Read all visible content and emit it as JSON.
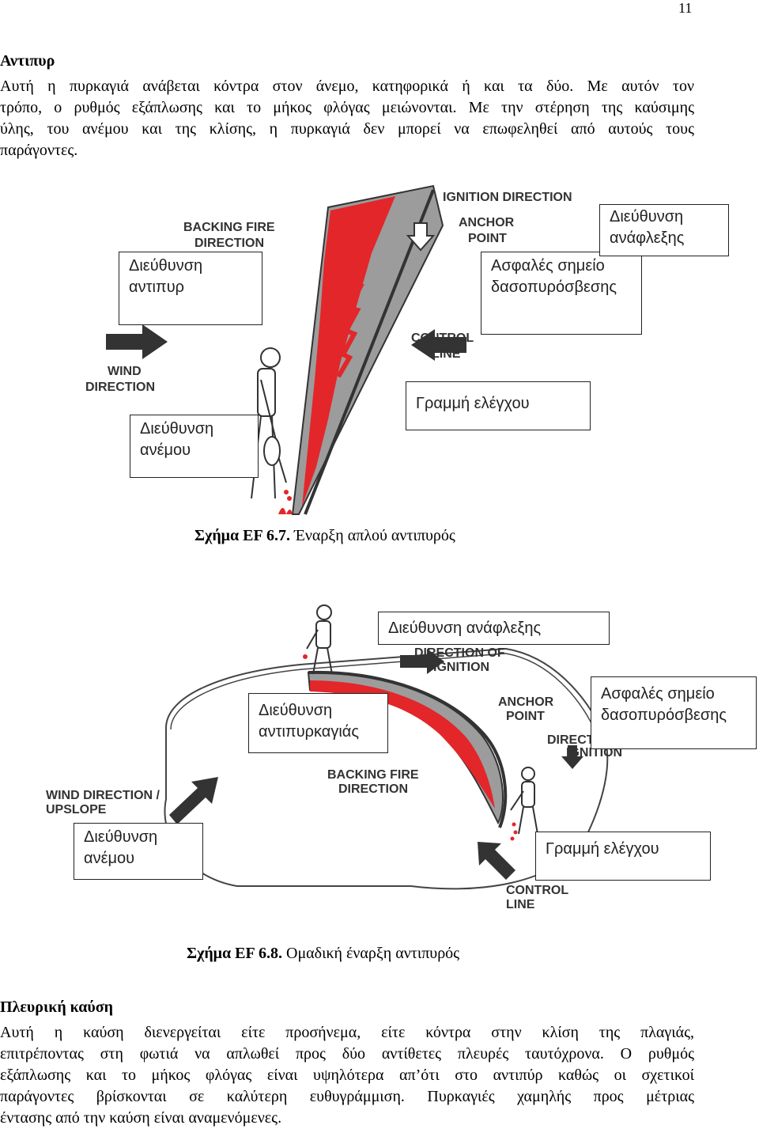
{
  "page_number": "11",
  "section1": {
    "heading": "Αντιπυρ",
    "lines": [
      "Αυτή η πυρκαγιά ανάβεται κόντρα στον άνεμο, κατηφορικά ή και τα δύο. Με αυτόν τον",
      "τρόπο, ο ρυθμός εξάπλωσης και το μήκος φλόγας μειώνονται. Με την στέρηση της καύσιμης",
      "ύλης, του ανέμου και της κλίσης, η πυρκαγιά δεν μπορεί να επωφεληθεί από αυτούς τους",
      "παράγοντες."
    ]
  },
  "figure1": {
    "en_labels": {
      "ignition_direction": "IGNITION DIRECTION",
      "backing_fire_1": "BACKING FIRE",
      "backing_fire_2": "DIRECTION",
      "anchor_1": "ANCHOR",
      "anchor_2": "POINT",
      "control_1": "CONTROL",
      "control_2": "LINE",
      "wind_1": "WIND",
      "wind_2": "DIRECTION"
    },
    "labels": {
      "backing": [
        "Διεύθυνση",
        "αντιπυρ"
      ],
      "ignition": [
        "Διεύθυνση",
        "ανάφλεξης"
      ],
      "anchor": [
        "Ασφαλές σημείο",
        "δασοπυρόσβεσης"
      ],
      "control": "Γραμμή ελέγχου",
      "wind": [
        "Διεύθυνση",
        "ανέμου"
      ]
    },
    "caption_bold": "Σχήμα EF 6.7.",
    "caption_text": " Έναρξη απλού αντιπυρός"
  },
  "figure2": {
    "en_labels": {
      "direction_of_1": "DIRECTION OF",
      "direction_of_2": "IGNITION",
      "anchor_1": "ANCHOR",
      "anchor_2": "POINT",
      "dir_ign_1": "DIRECTION OF",
      "dir_ign_2": "IGNITION",
      "backing_1": "BACKING FIRE",
      "backing_2": "DIRECTION",
      "wind_1": "WIND DIRECTION /",
      "wind_2": "UPSLOPE",
      "control_1": "CONTROL",
      "control_2": "LINE"
    },
    "labels": {
      "ignition": "Διεύθυνση ανάφλεξης",
      "backing": [
        "Διεύθυνση",
        "αντιπυρκαγιάς"
      ],
      "anchor": [
        "Ασφαλές σημείο",
        "δασοπυρόσβεσης"
      ],
      "wind": [
        "Διεύθυνση",
        "ανέμου"
      ],
      "control": "Γραμμή ελέγχου"
    },
    "caption_bold": "Σχήμα EF 6.8.",
    "caption_text": " Ομαδική έναρξη αντιπυρός"
  },
  "section2": {
    "heading": "Πλευρική καύση",
    "lines": [
      "Αυτή η καύση διενεργείται είτε προσήνεμα, είτε κόντρα στην κλίση της πλαγιάς,",
      "επιτρέποντας στη φωτιά να απλωθεί προς δύο αντίθετες πλευρές ταυτόχρονα. Ο ρυθμός",
      "εξάπλωσης και το μήκος φλόγας είναι υψηλότερα απ’ότι στο αντιπύρ καθώς οι σχετικοί",
      "παράγοντες βρίσκονται σε καλύτερη ευθυγράμμιση. Πυρκαγιές χαμηλής προς μέτριας",
      "έντασης από την καύση είναι αναμενόμενες."
    ]
  },
  "colors": {
    "flame_red": "#e3262a",
    "burned_gray": "#9c9c9c",
    "arrow": "#333333",
    "text": "#000000"
  }
}
